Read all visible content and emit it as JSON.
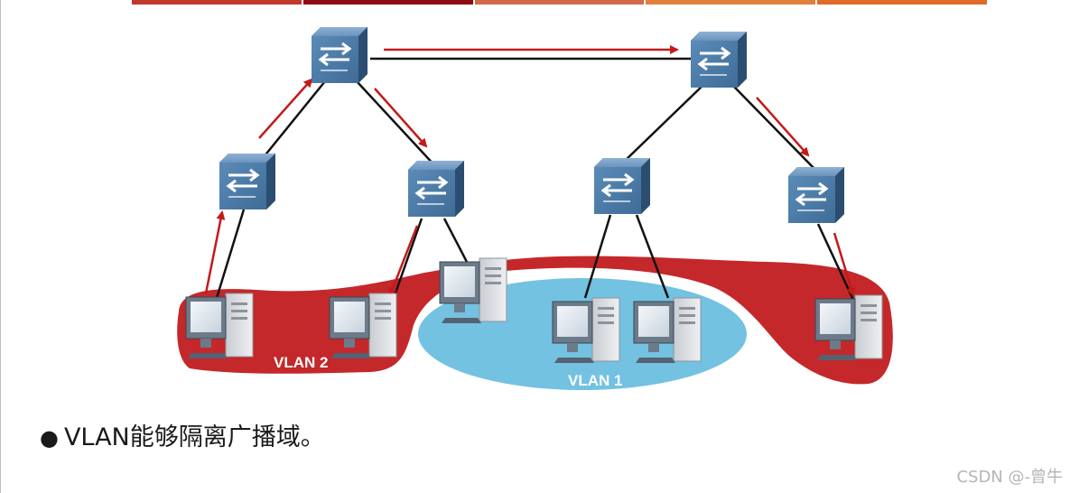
{
  "header": {
    "bar_colors": [
      "#c0392b",
      "#8e0b12",
      "#d2694f",
      "#e0803a",
      "#df6a2a"
    ]
  },
  "diagram": {
    "vlan_labels": {
      "vlan2": "VLAN 2",
      "vlan1": "VLAN 1"
    },
    "colors": {
      "vlan2_region": "#c4282a",
      "vlan1_region": "#73c2e2",
      "link": "#111111",
      "traffic_arrow": "#c41a1a",
      "switch_face": "#4f7eaa"
    },
    "icons": [
      "switch-icon",
      "pc-icon"
    ]
  },
  "caption": {
    "bullet": "●",
    "text": "VLAN能够隔离广播域。"
  },
  "watermark": "CSDN @-曾牛"
}
